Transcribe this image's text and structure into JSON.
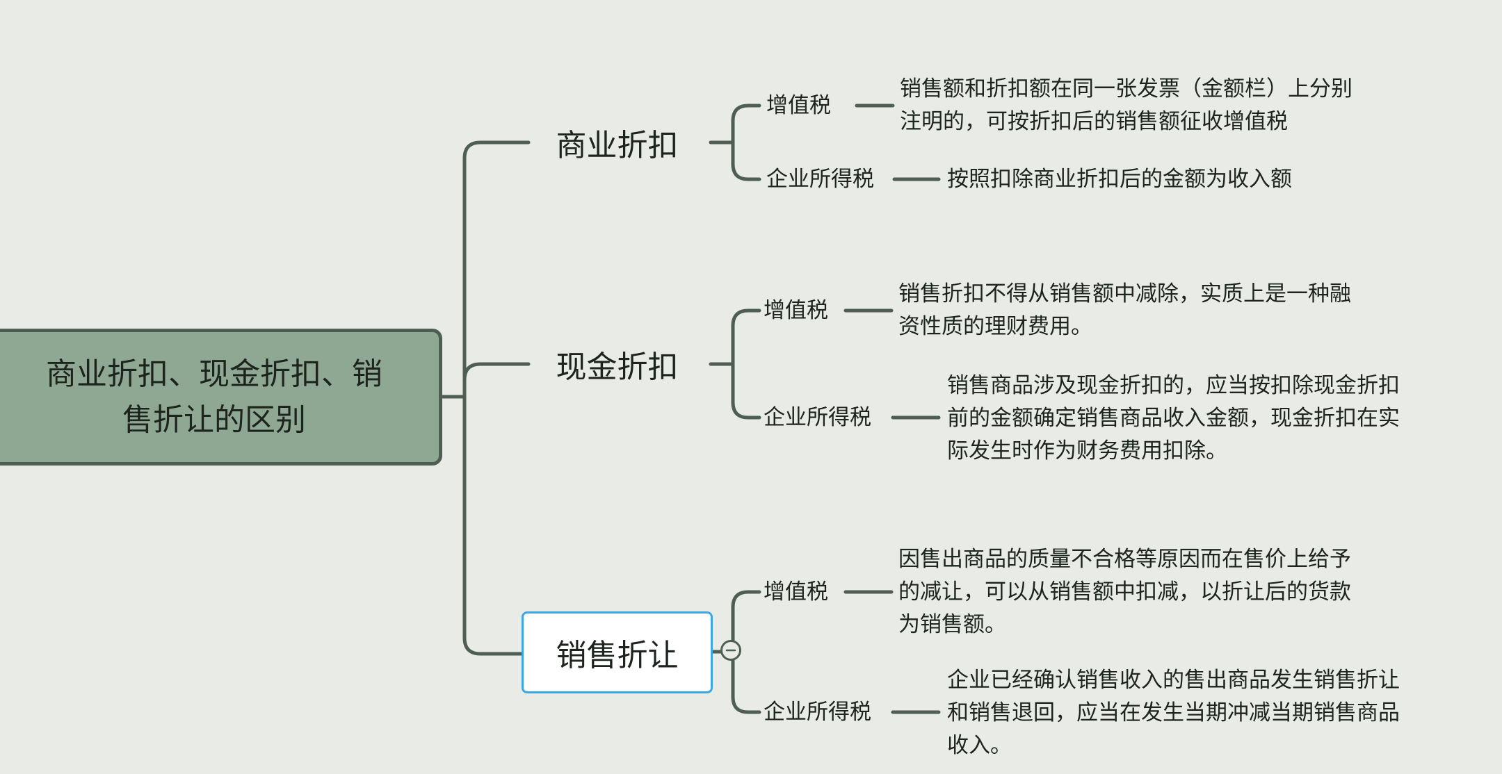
{
  "root": {
    "label": "商业折扣、现金折扣、销售折让的区别"
  },
  "branches": [
    {
      "label": "商业折扣",
      "children": [
        {
          "label": "增值税",
          "lines": [
            "销售额和折扣额在同一张发票（金额栏）上分别",
            "注明的，可按折扣后的销售额征收增值税"
          ]
        },
        {
          "label": "企业所得税",
          "lines": [
            "按照扣除商业折扣后的金额为收入额"
          ]
        }
      ]
    },
    {
      "label": "现金折扣",
      "children": [
        {
          "label": "增值税",
          "lines": [
            "销售折扣不得从销售额中减除，实质上是一种融",
            "资性质的理财费用。"
          ]
        },
        {
          "label": "企业所得税",
          "lines": [
            "销售商品涉及现金折扣的，应当按扣除现金折扣",
            "前的金额确定销售商品收入金额，现金折扣在实",
            "际发生时作为财务费用扣除。"
          ]
        }
      ]
    },
    {
      "label": "销售折让",
      "selected": true,
      "children": [
        {
          "label": "增值税",
          "lines": [
            "因售出商品的质量不合格等原因而在售价上给予",
            "的减让，可以从销售额中扣减，以折让后的货款",
            "为销售额。"
          ]
        },
        {
          "label": "企业所得税",
          "lines": [
            "企业已经确认销售收入的售出商品发生销售折让",
            "和销售退回，应当在发生当期冲减当期销售商品",
            "收入。"
          ]
        }
      ]
    }
  ],
  "collapse_icon": "minus-circle-icon",
  "colors": {
    "background": "#e8ebe6",
    "root_fill": "#8fa894",
    "line": "#4e5e52",
    "selection": "#3aa6e6"
  }
}
